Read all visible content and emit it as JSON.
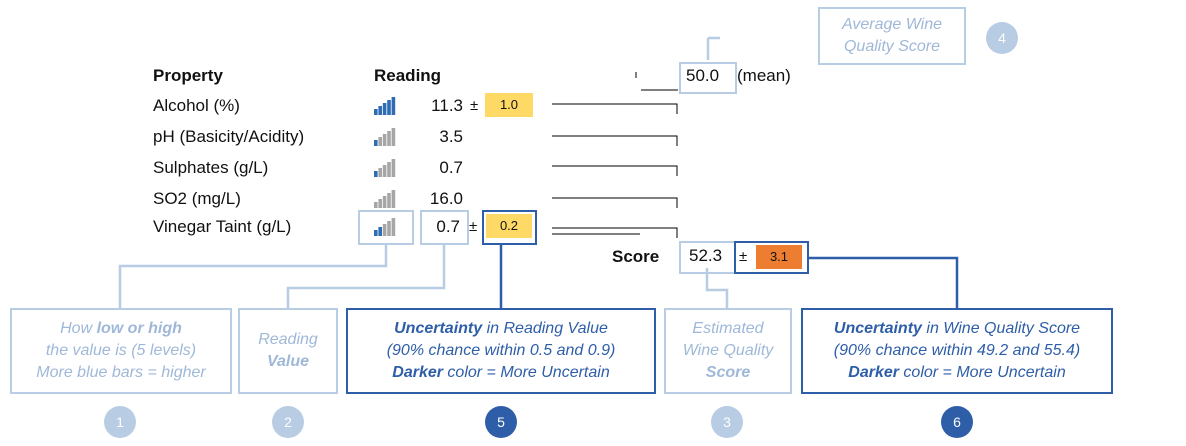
{
  "headers": {
    "property": "Property",
    "reading": "Reading"
  },
  "rows": [
    {
      "property": "Alcohol (%)",
      "value": "11.3",
      "uncertainty": "1.0",
      "level": 5,
      "unc_color": "#ffd966"
    },
    {
      "property": "pH (Basicity/Acidity)",
      "value": "3.5",
      "uncertainty": "",
      "level": 1,
      "unc_color": ""
    },
    {
      "property": "Sulphates (g/L)",
      "value": "0.7",
      "uncertainty": "",
      "level": 1,
      "unc_color": ""
    },
    {
      "property": "SO2 (mg/L)",
      "value": "16.0",
      "uncertainty": "",
      "level": 0,
      "unc_color": ""
    },
    {
      "property": "Vinegar Taint (g/L)",
      "value": "0.7",
      "uncertainty": "0.2",
      "level": 2,
      "unc_color": "#ffd966"
    }
  ],
  "plus_minus": "±",
  "mean": {
    "value": "50.0",
    "label": "(mean)"
  },
  "score": {
    "label": "Score",
    "value": "52.3",
    "uncertainty": "3.1",
    "unc_color": "#ed7d31"
  },
  "callouts": {
    "c1": {
      "pre": "How ",
      "bold": "low or high",
      "line2": "the value is (5 levels)",
      "line3": "More blue bars = higher",
      "number": "1"
    },
    "c2": {
      "line1": "Reading",
      "line2": "Value",
      "number": "2"
    },
    "c3": {
      "line1": "Estimated",
      "line2": "Wine Quality",
      "line3": "Score",
      "number": "3"
    },
    "c4": {
      "line1": "Average Wine",
      "line2": "Quality Score",
      "number": "4"
    },
    "c5": {
      "bold": "Uncertainty",
      "rest": " in Reading Value",
      "line2": "(90% chance within 0.5 and 0.9)",
      "bold3": "Darker",
      "rest3": " color = More Uncertain",
      "number": "5"
    },
    "c6": {
      "bold": "Uncertainty",
      "rest": " in Wine Quality Score",
      "line2": "(90% chance within 49.2 and 55.4)",
      "bold3": "Darker",
      "rest3": " color = More Uncertain",
      "number": "6"
    }
  },
  "colors": {
    "accent_dark": "#2e5ea8",
    "accent_light": "#b8cce4",
    "bar_blue": "#2e6db4",
    "bar_gray": "#a6a6a6"
  }
}
